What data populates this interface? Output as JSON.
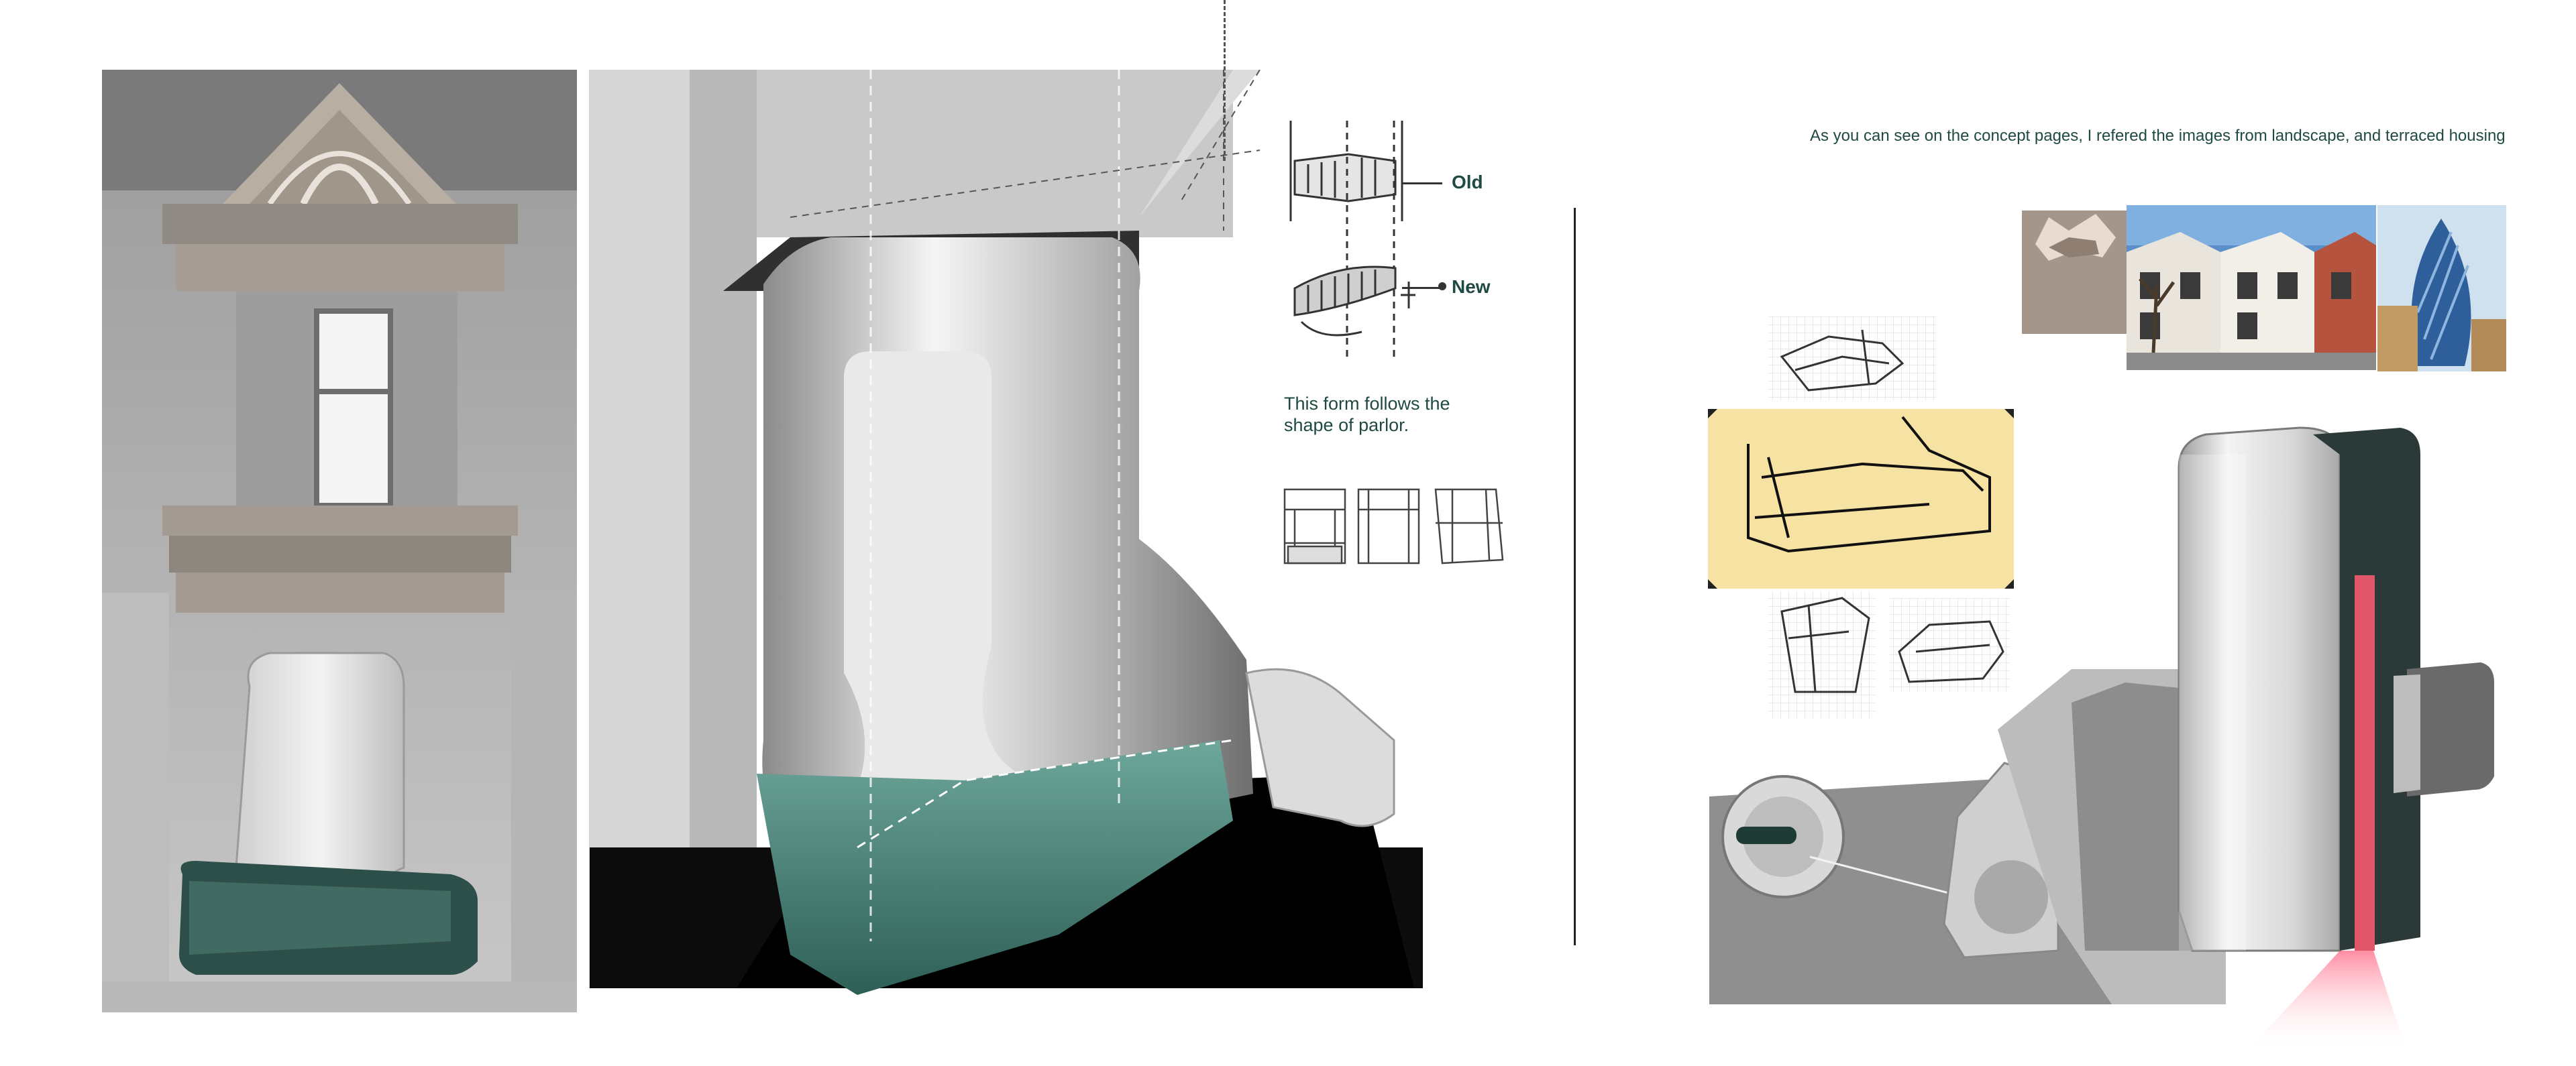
{
  "header_note": "As you can see on the concept pages, I refered the images from landscape, and terraced housing",
  "sketch_labels": {
    "old": "Old",
    "new": "New"
  },
  "form_note_line1": "This form follows the",
  "form_note_line2": "shape of parlor.",
  "colors": {
    "teal_text": "#1f4a43",
    "glass_teal": "#4f8c80",
    "accent_red": "#e0566a",
    "sticky_yellow": "#f6e3a4"
  }
}
